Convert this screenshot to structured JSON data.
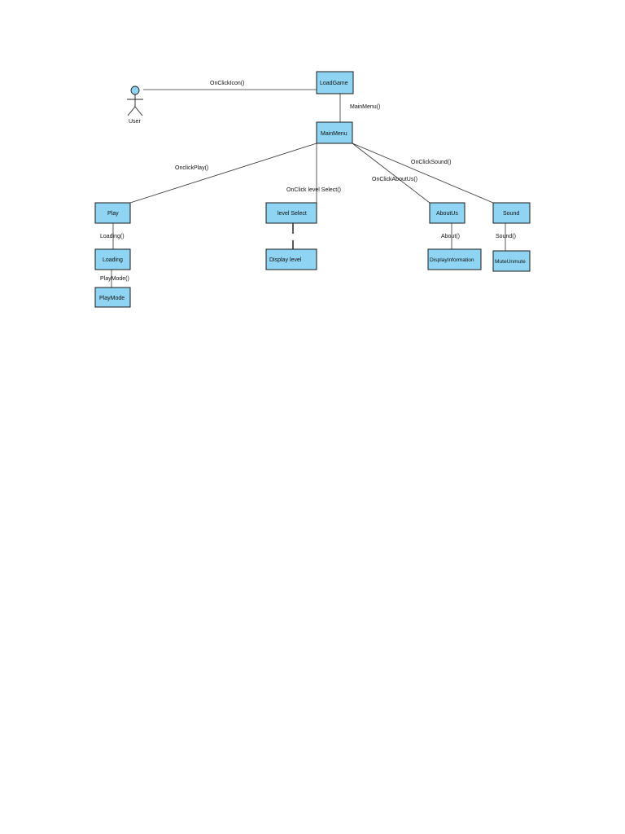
{
  "diagram": {
    "actor": {
      "label": "User",
      "head_color": "#8fd4f2"
    },
    "nodes": {
      "loadgame": "LoadGame",
      "mainmenu": "MainMenu",
      "play": "Play",
      "levelselect": "level Select",
      "aboutus": "AboutUs",
      "sound": "Sound",
      "loading": "Loading",
      "displaylevel": "Display level",
      "displayinformation": "DisplayInformation",
      "muteunmute": "MuteUnmute",
      "playmode": "PlayMode"
    },
    "edges": {
      "user_loadgame": "OnClickIcon()",
      "loadgame_mainmenu": "MainMenu()",
      "mainmenu_play": "OnclickPlay()",
      "mainmenu_levelselect": "OnClick level Select()",
      "mainmenu_aboutus": "OnClickAboutUs()",
      "mainmenu_sound": "OnClickSound()",
      "play_loading": "Loading()",
      "loading_playmode": "PlayMode()",
      "aboutus_displayinformation": "About()",
      "sound_muteunmute": "Sound()"
    },
    "colors": {
      "box_fill": "#8fd4f2",
      "box_stroke": "#1a1a1a"
    }
  }
}
